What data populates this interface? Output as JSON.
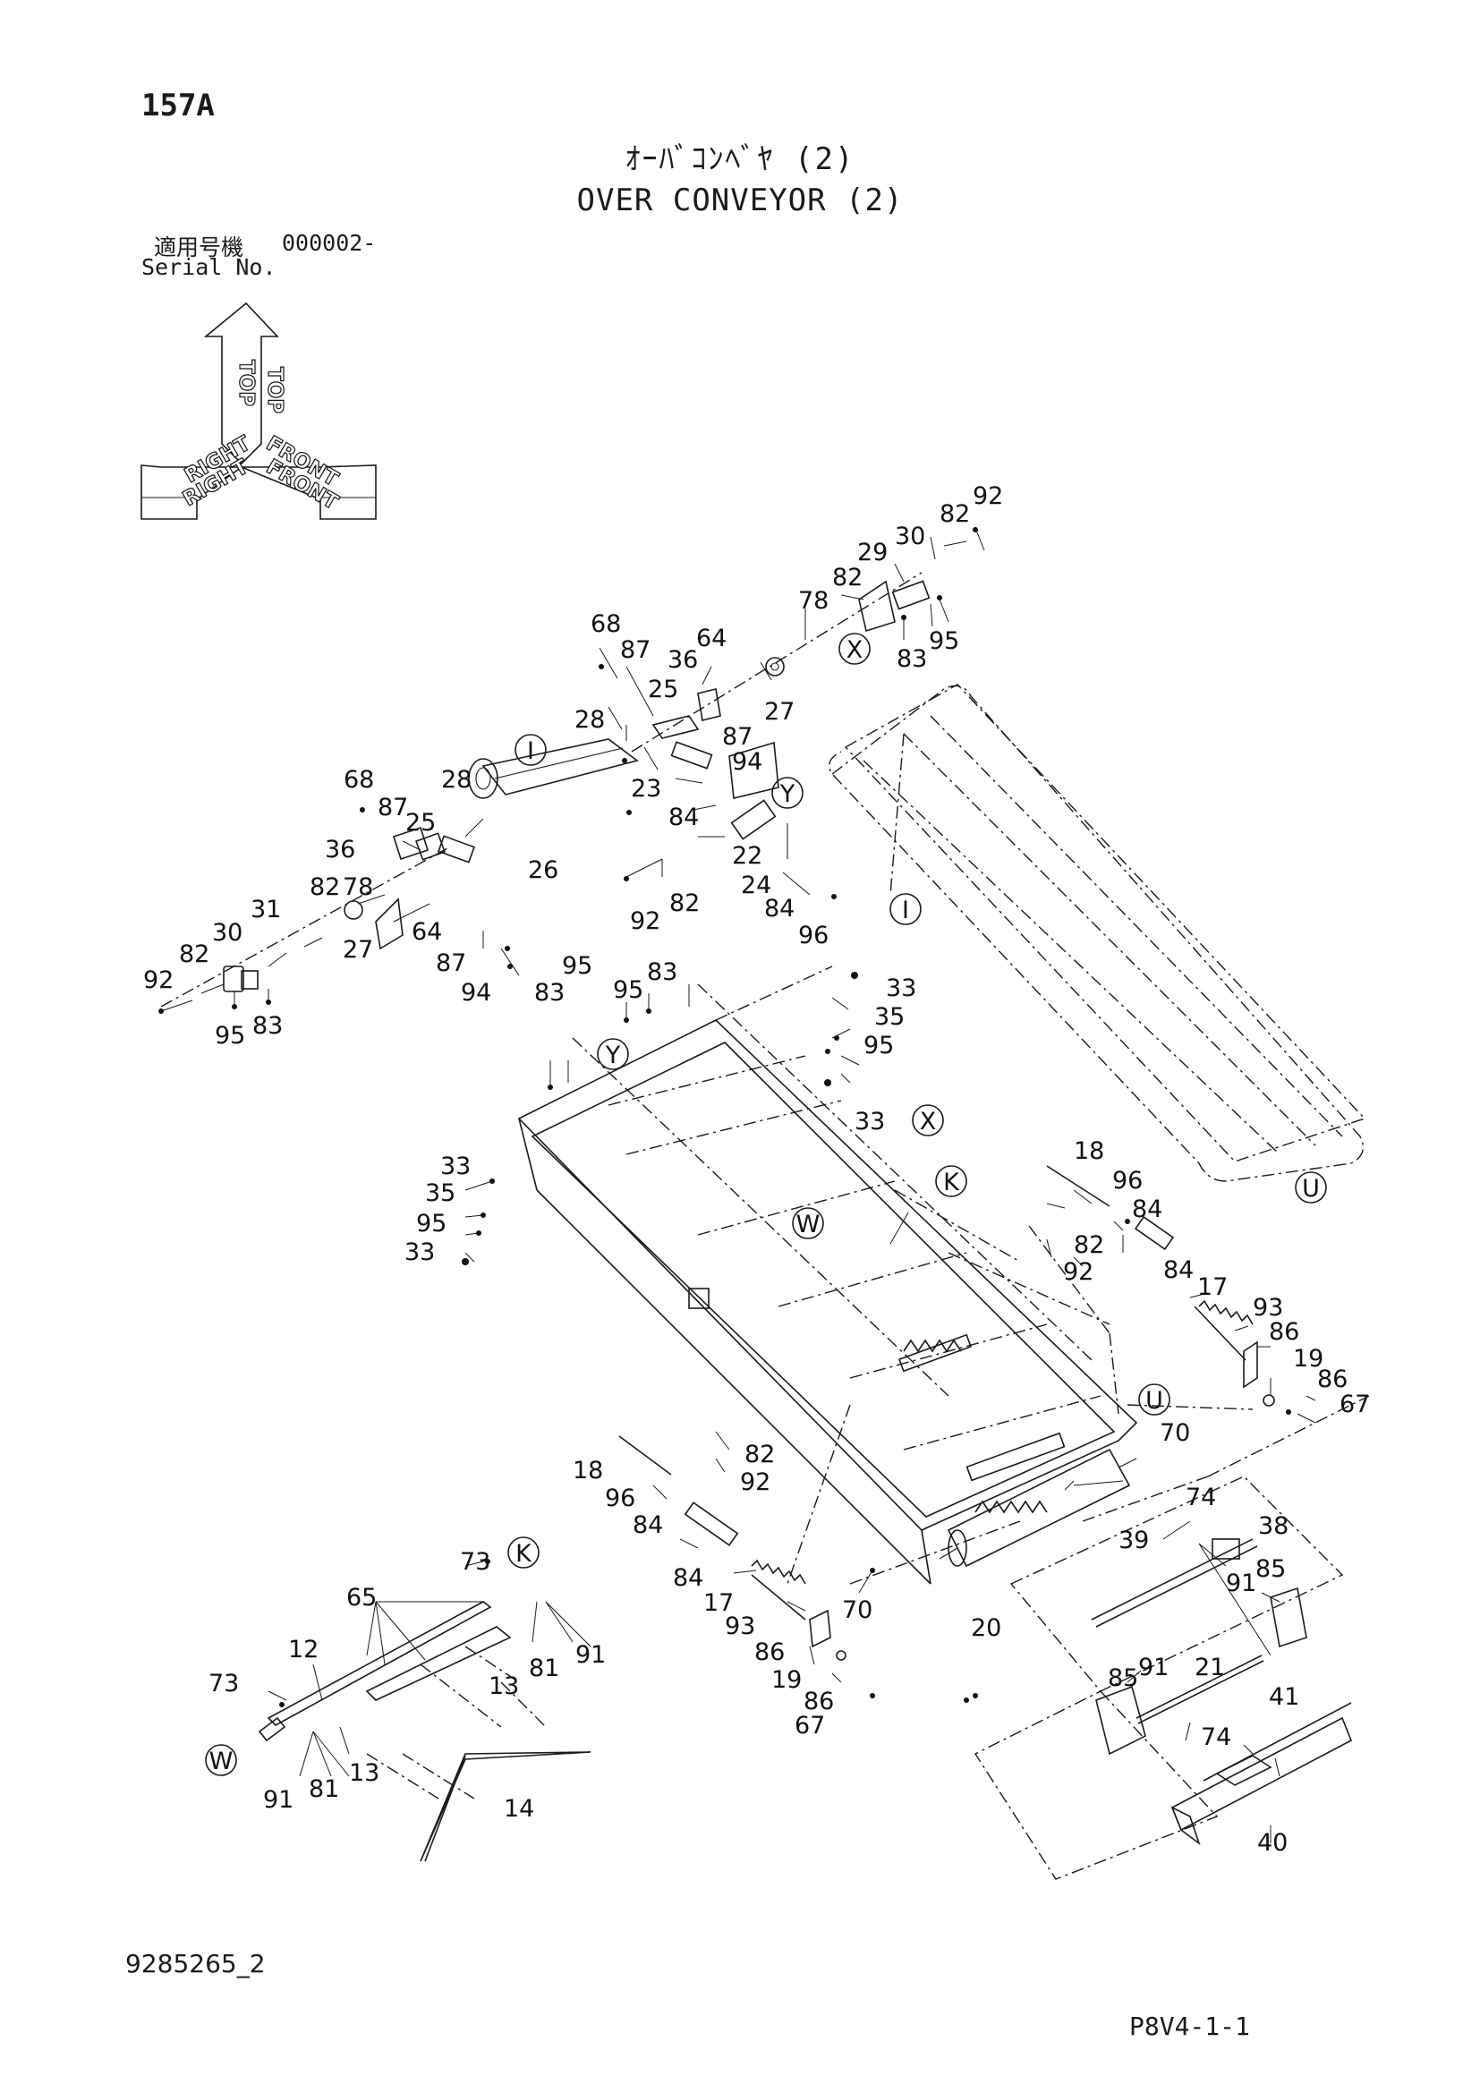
{
  "header": {
    "page_number": "157A",
    "title_jp": "ｵｰﾊﾞｺﾝﾍﾞﾔ (2)",
    "title_en": "OVER CONVEYOR (2)",
    "serial_label_jp": "適用号機",
    "serial_value": "000002-",
    "serial_label_en": "Serial No."
  },
  "orientation": {
    "top": "TOP",
    "right": "RIGHT",
    "front": "FRONT"
  },
  "callouts": {
    "I": "I",
    "X": "X",
    "Y": "Y",
    "U": "U",
    "K": "K",
    "W": "W"
  },
  "footer": {
    "drawing_number": "9285265_2",
    "page_code": "P8V4-1-1"
  }
}
